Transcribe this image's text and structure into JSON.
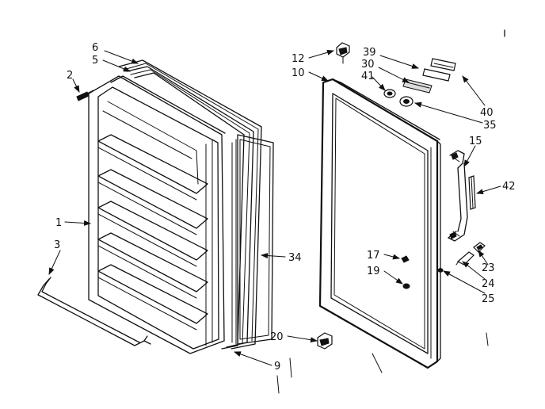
{
  "labels": {
    "p1": "1",
    "p2": "2",
    "p3": "3",
    "p5": "5",
    "p6": "6",
    "p9": "9",
    "p10": "10",
    "p12": "12",
    "p15": "15",
    "p17": "17",
    "p19": "19",
    "p20": "20",
    "p23": "23",
    "p24": "24",
    "p25": "25",
    "p30": "30",
    "p34": "34",
    "p35": "35",
    "p39": "39",
    "p40": "40",
    "p41": "41",
    "p42": "42"
  }
}
